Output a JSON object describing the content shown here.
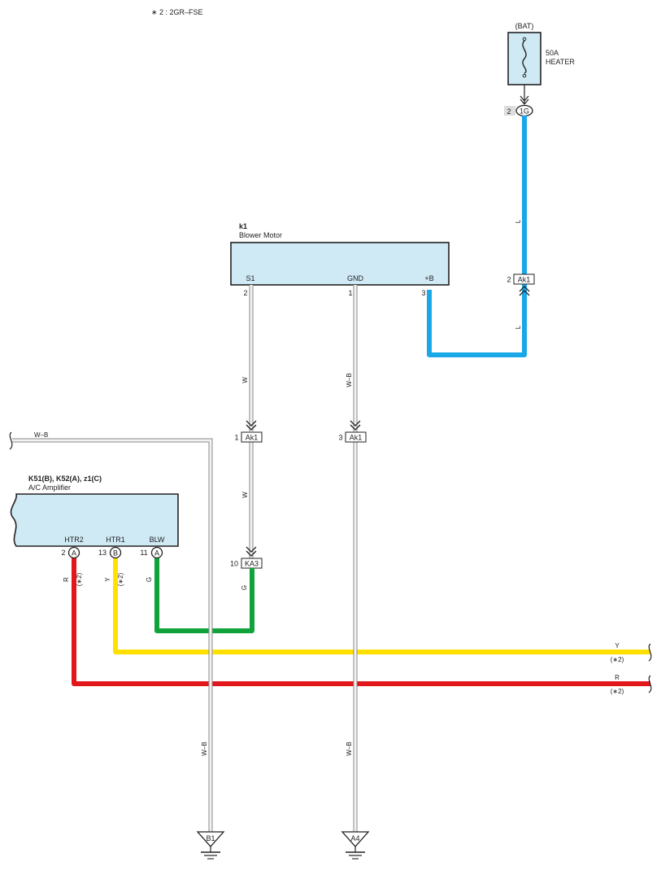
{
  "note": "∗ 2 : 2GR–FSE",
  "battery": {
    "label": "(BAT)",
    "fuse_amp": "50A",
    "fuse_name": "HEATER"
  },
  "connector_1g": {
    "pin": "2",
    "id": "1G"
  },
  "blower_motor": {
    "code": "k1",
    "name": "Blower Motor",
    "pins": {
      "s1": "S1",
      "gnd": "GND",
      "b": "+B"
    },
    "pin_nums": {
      "s1": "2",
      "gnd": "1",
      "b": "3"
    }
  },
  "ak1_top": {
    "pin": "2",
    "id": "Ak1"
  },
  "ak1_w": {
    "pin": "1",
    "id": "Ak1"
  },
  "ak1_wb": {
    "pin": "3",
    "id": "Ak1"
  },
  "ka3": {
    "pin": "10",
    "id": "KA3"
  },
  "ac_amplifier": {
    "codes": "K51(B), K52(A), z1(C)",
    "name": "A/C Amplifier",
    "pins": {
      "htr2": "HTR2",
      "htr1": "HTR1",
      "blw": "BLW"
    },
    "pin_nums": {
      "htr2": "2",
      "htr1": "13",
      "blw": "11"
    },
    "pin_letters": {
      "htr2": "A",
      "htr1": "B",
      "blw": "A"
    }
  },
  "wires": {
    "l": "L",
    "w": "W",
    "wb": "W–B",
    "g": "G",
    "y": "Y",
    "r": "R",
    "star2": "(∗2)"
  },
  "grounds": {
    "b1": "B1",
    "a4": "A4"
  },
  "colors": {
    "blue": "#1aa7e8",
    "yellow": "#ffe000",
    "red": "#e3161b",
    "green": "#10a33a",
    "box_fill": "#cfeaf5"
  }
}
